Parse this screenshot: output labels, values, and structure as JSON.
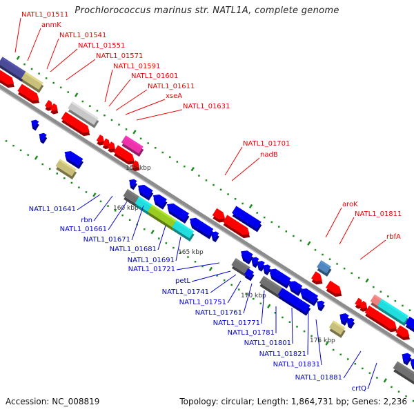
{
  "title": "Prochlorococcus marinus str. NATL1A, complete genome",
  "footer": {
    "accession": "Accession: NC_008819",
    "summary": "Topology: circular; Length: 1,864,731 bp; Genes: 2,236"
  },
  "colors": {
    "backbone": "#8c8c8c",
    "forward_label": "#ee0000",
    "reverse_label": "#0000cc",
    "tick": "#1a8a1a",
    "kbp_label": "#333333"
  },
  "scale_labels": [
    "155 kbp",
    "160 kbp",
    "165 kbp",
    "170 kbp",
    "175 kbp"
  ],
  "forward_labels": [
    "NATL1_01511",
    "anmK",
    "NATL1_01541",
    "NATL1_01551",
    "NATL1_01571",
    "NATL1_01591",
    "NATL1_01601",
    "NATL1_01611",
    "xseA",
    "NATL1_01631",
    "NATL1_01701",
    "nadB",
    "aroK",
    "NATL1_01811",
    "rbfA"
  ],
  "reverse_labels": [
    "NATL1_01641",
    "rbn",
    "NATL1_01661",
    "NATL1_01671",
    "NATL1_01681",
    "NATL1_01691",
    "NATL1_01721",
    "petL",
    "NATL1_01741",
    "NATL1_01751",
    "NATL1_01761",
    "NATL1_01771",
    "NATL1_01781",
    "NATL1_01801",
    "NATL1_01821",
    "NATL1_01831",
    "NATL1_01881",
    "crtQ"
  ],
  "feature_colors": {
    "cds_forward": "#ff0000",
    "cds_reverse": "#0000ee",
    "navy": "#4a4a99",
    "khaki": "#c8c07a",
    "lightgray": "#c8c8c8",
    "magenta": "#ee33aa",
    "darkgray": "#707070",
    "cyan": "#22dddd",
    "lime": "#99cc22",
    "steelblue": "#4f86bd",
    "pink": "#ee8080"
  }
}
